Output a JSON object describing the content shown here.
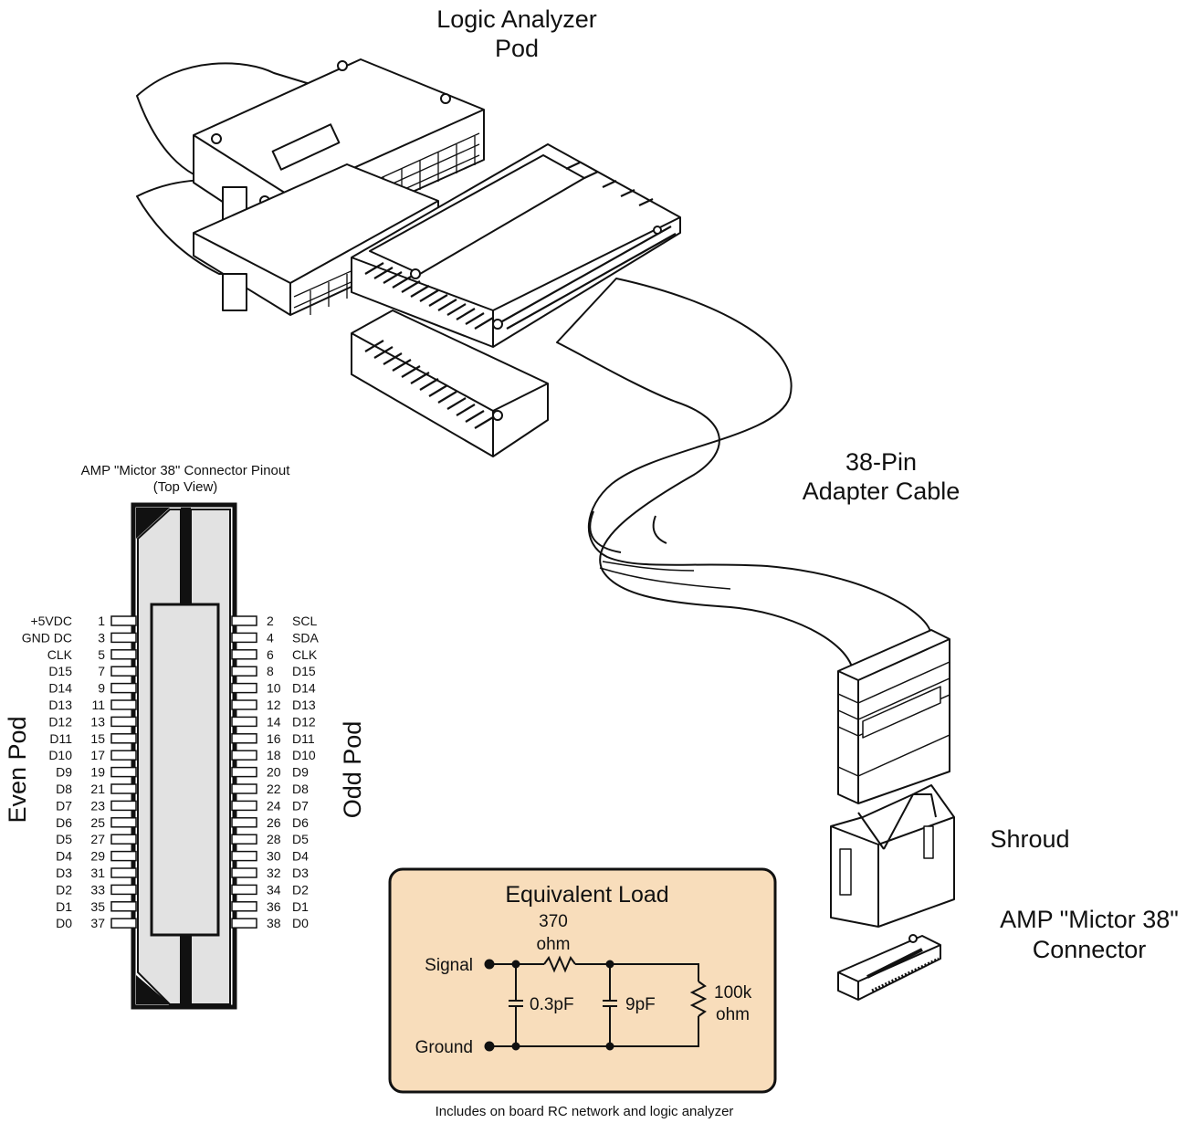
{
  "labels": {
    "pod_line1": "Logic Analyzer",
    "pod_line2": "Pod",
    "cable_line1": "38-Pin",
    "cable_line2": "Adapter Cable",
    "shroud": "Shroud",
    "connector_line1": "AMP \"Mictor 38\"",
    "connector_line2": "Connector"
  },
  "pinout": {
    "title": "AMP \"Mictor 38\" Connector Pinout",
    "subtitle": "(Top View)",
    "even_pod_label": "Even Pod",
    "odd_pod_label": "Odd Pod",
    "left_pins": [
      {
        "name": "+5VDC",
        "num": "1"
      },
      {
        "name": "GND DC",
        "num": "3"
      },
      {
        "name": "CLK",
        "num": "5"
      },
      {
        "name": "D15",
        "num": "7"
      },
      {
        "name": "D14",
        "num": "9"
      },
      {
        "name": "D13",
        "num": "11"
      },
      {
        "name": "D12",
        "num": "13"
      },
      {
        "name": "D11",
        "num": "15"
      },
      {
        "name": "D10",
        "num": "17"
      },
      {
        "name": "D9",
        "num": "19"
      },
      {
        "name": "D8",
        "num": "21"
      },
      {
        "name": "D7",
        "num": "23"
      },
      {
        "name": "D6",
        "num": "25"
      },
      {
        "name": "D5",
        "num": "27"
      },
      {
        "name": "D4",
        "num": "29"
      },
      {
        "name": "D3",
        "num": "31"
      },
      {
        "name": "D2",
        "num": "33"
      },
      {
        "name": "D1",
        "num": "35"
      },
      {
        "name": "D0",
        "num": "37"
      }
    ],
    "right_pins": [
      {
        "num": "2",
        "name": "SCL"
      },
      {
        "num": "4",
        "name": "SDA"
      },
      {
        "num": "6",
        "name": "CLK"
      },
      {
        "num": "8",
        "name": "D15"
      },
      {
        "num": "10",
        "name": "D14"
      },
      {
        "num": "12",
        "name": "D13"
      },
      {
        "num": "14",
        "name": "D12"
      },
      {
        "num": "16",
        "name": "D11"
      },
      {
        "num": "18",
        "name": "D10"
      },
      {
        "num": "20",
        "name": "D9"
      },
      {
        "num": "22",
        "name": "D8"
      },
      {
        "num": "24",
        "name": "D7"
      },
      {
        "num": "26",
        "name": "D6"
      },
      {
        "num": "28",
        "name": "D5"
      },
      {
        "num": "30",
        "name": "D4"
      },
      {
        "num": "32",
        "name": "D3"
      },
      {
        "num": "34",
        "name": "D2"
      },
      {
        "num": "36",
        "name": "D1"
      },
      {
        "num": "38",
        "name": "D0"
      }
    ]
  },
  "equivalent_load": {
    "title": "Equivalent Load",
    "resistor_value": "370",
    "resistor_unit": "ohm",
    "signal_label": "Signal",
    "ground_label": "Ground",
    "cap1": "0.3pF",
    "cap2": "9pF",
    "load_value": "100k",
    "load_unit": "ohm",
    "caption": "Includes on board RC network and logic analyzer"
  },
  "colors": {
    "panel_fill": "#f8ddbb",
    "connector_fill": "#e2e2e2",
    "line": "#111111"
  }
}
